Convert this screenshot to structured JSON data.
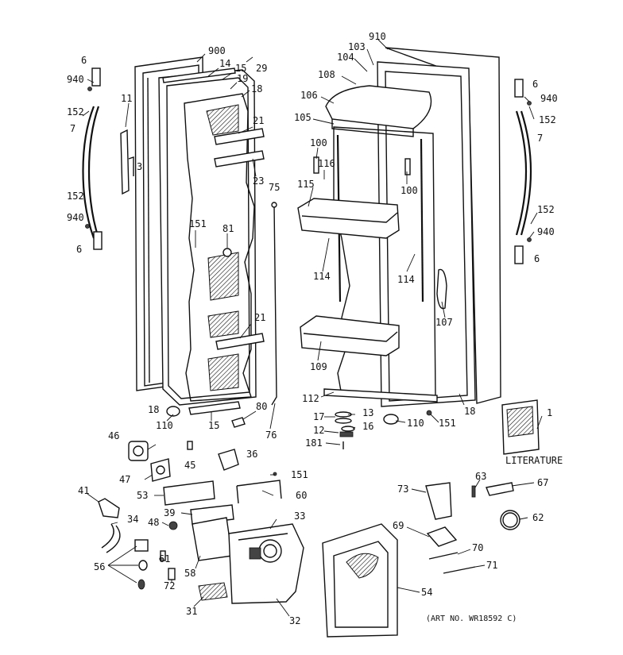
{
  "labels": {
    "l900": "900",
    "l14": "14",
    "l15a": "15",
    "l29": "29",
    "l19": "19",
    "l18a": "18",
    "l6a": "6",
    "l940a": "940",
    "l152a": "152",
    "l7a": "7",
    "l11": "11",
    "l3": "3",
    "l152b": "152",
    "l940b": "940",
    "l6b": "6",
    "l21a": "21",
    "l23": "23",
    "l75": "75",
    "l151a": "151",
    "l81": "81",
    "l21b": "21",
    "l18b": "18",
    "l110a": "110",
    "l15b": "15",
    "l80": "80",
    "l76": "76",
    "l910": "910",
    "l103": "103",
    "l104": "104",
    "l108": "108",
    "l106": "106",
    "l105": "105",
    "l100a": "100",
    "l116": "116",
    "l100b": "100",
    "l115": "115",
    "l114a": "114",
    "l114b": "114",
    "l107": "107",
    "l109": "109",
    "l112": "112",
    "l18c": "18",
    "l6c": "6",
    "l940c": "940",
    "l152c": "152",
    "l7b": "7",
    "l152d": "152",
    "l940d": "940",
    "l6d": "6",
    "l13": "13",
    "l17": "17",
    "l16": "16",
    "l12": "12",
    "l181": "181",
    "l110b": "110",
    "l151b": "151",
    "l1": "1",
    "literature": "LITERATURE",
    "l46": "46",
    "l45": "45",
    "l36": "36",
    "l47": "47",
    "l151c": "151",
    "l41": "41",
    "l53": "53",
    "l60": "60",
    "l39": "39",
    "l34": "34",
    "l48": "48",
    "l33": "33",
    "l56": "56",
    "l61": "61",
    "l58": "58",
    "l72": "72",
    "l31": "31",
    "l32": "32",
    "l54": "54",
    "l73": "73",
    "l63": "63",
    "l67": "67",
    "l62": "62",
    "l69": "69",
    "l70": "70",
    "l71": "71"
  },
  "art_number": "(ART NO. WR18592 C)"
}
